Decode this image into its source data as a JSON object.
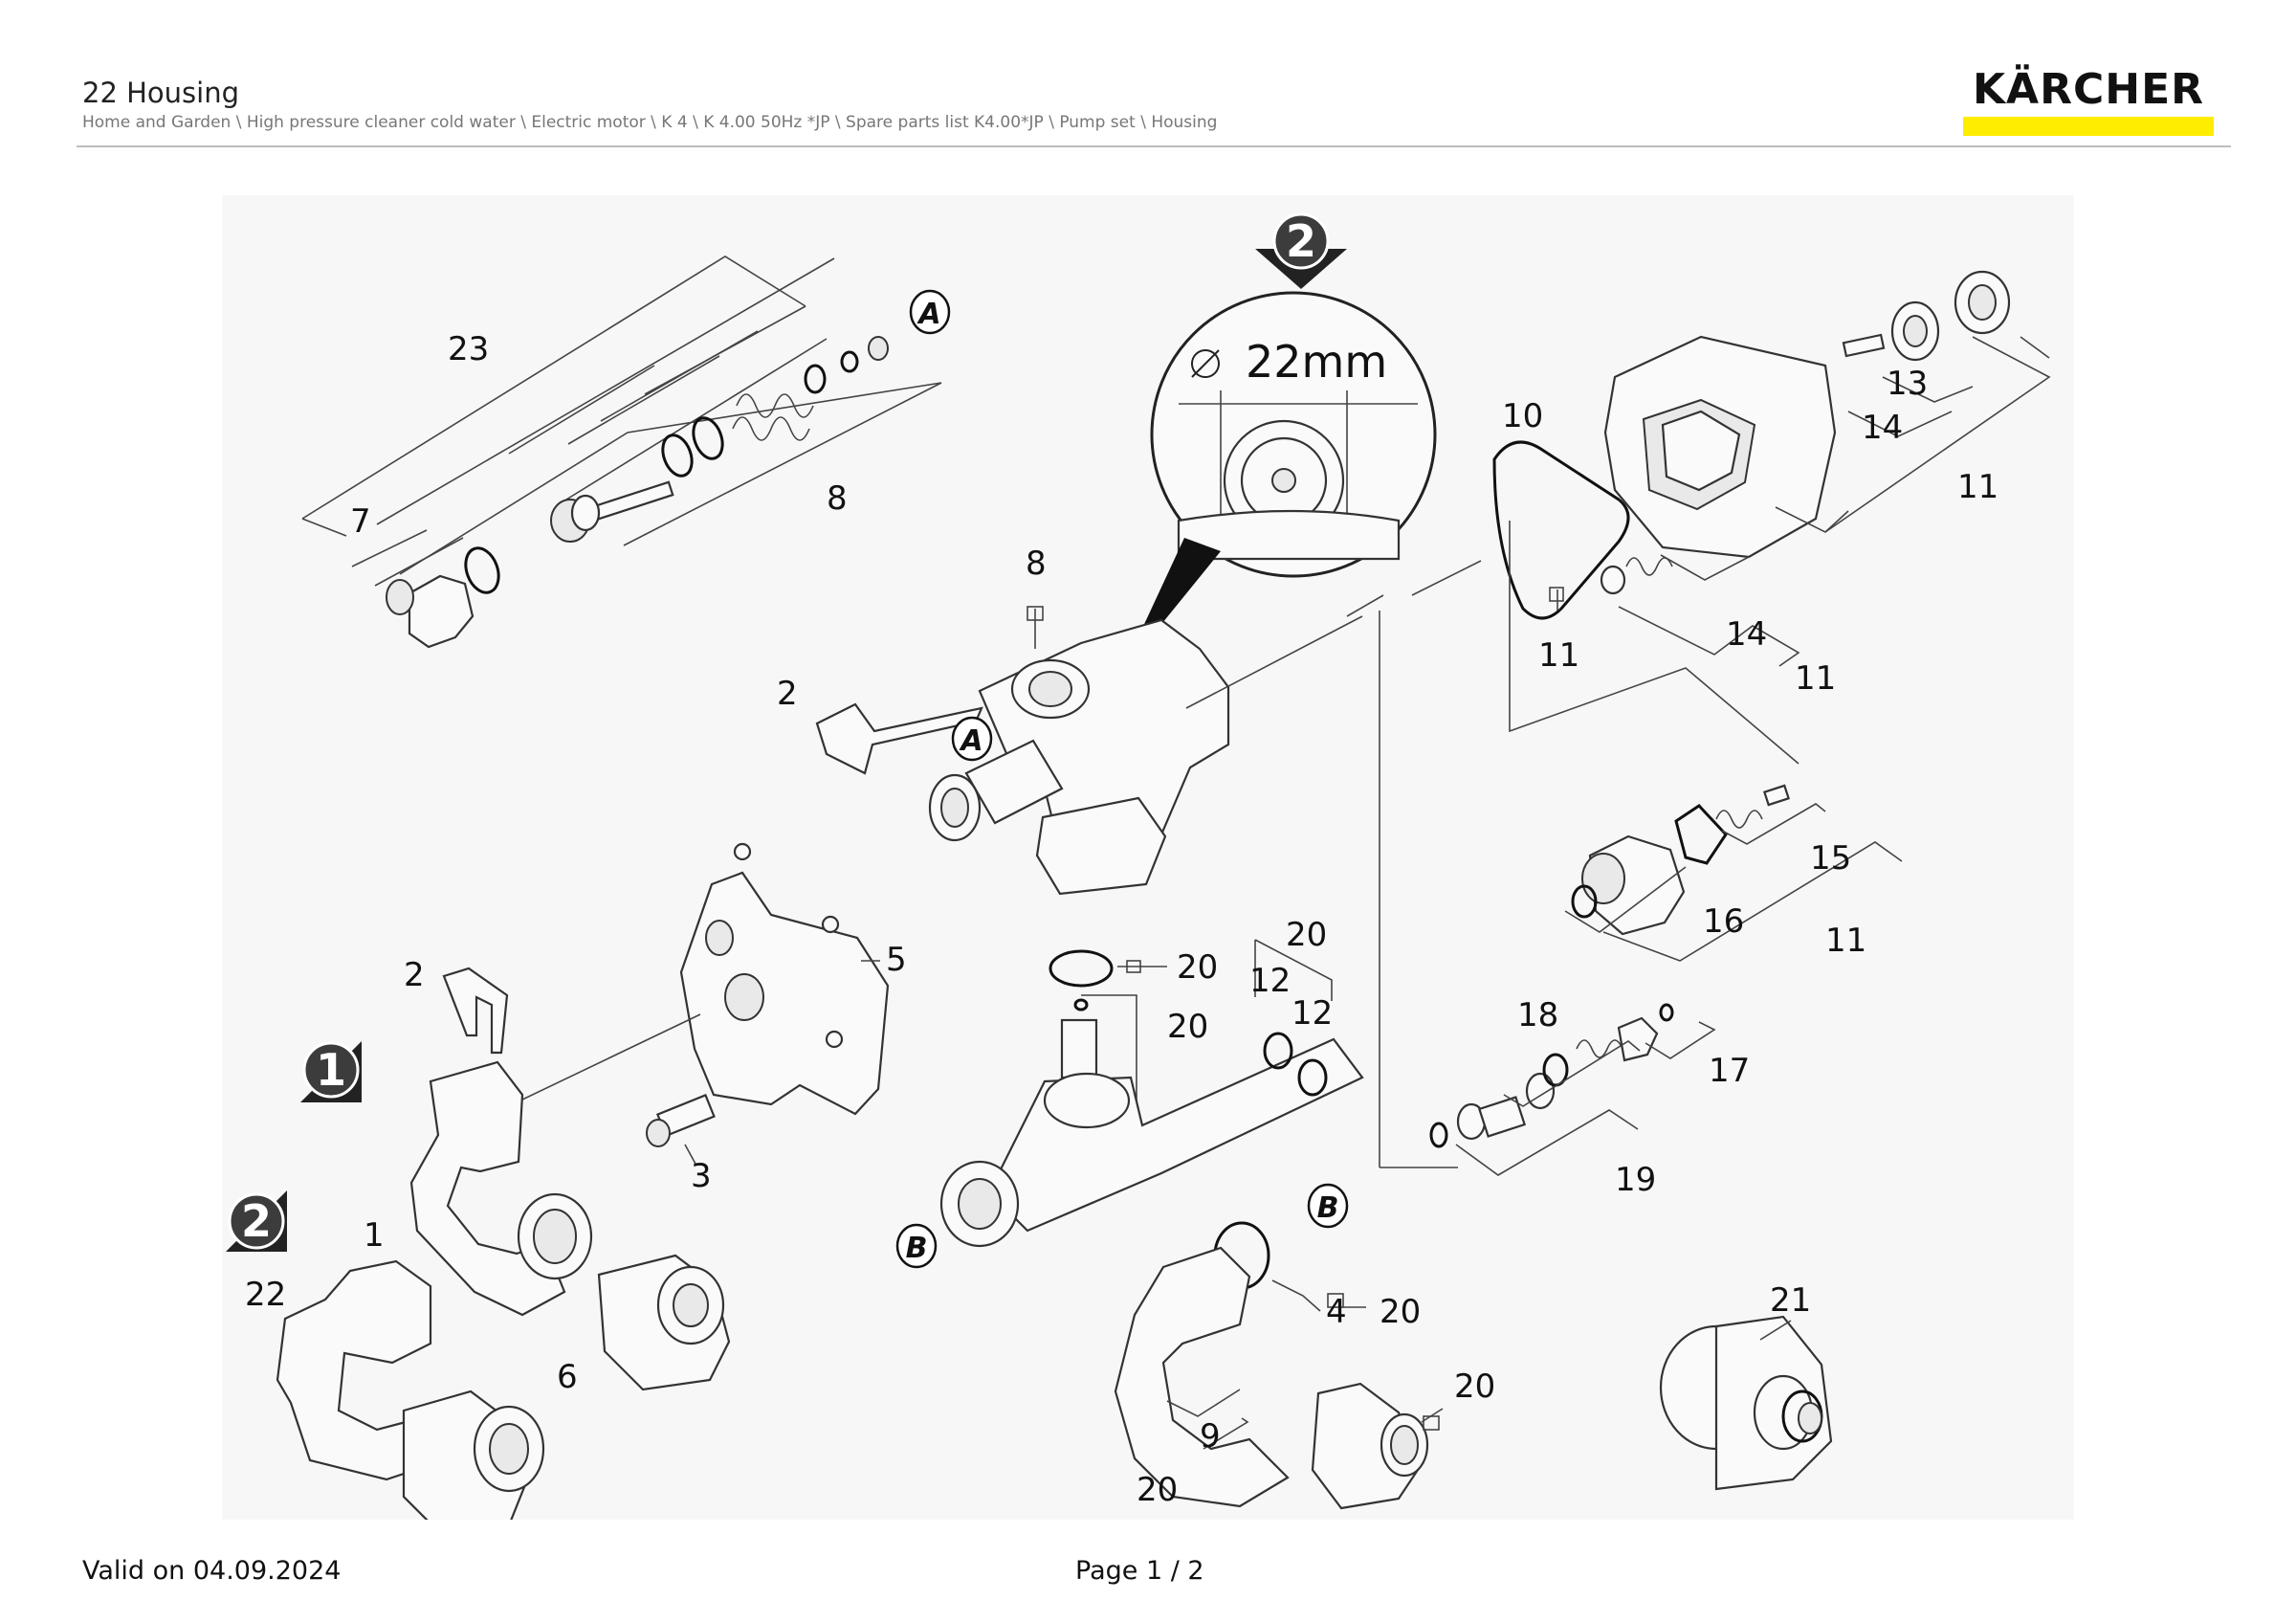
{
  "header": {
    "title": "22 Housing",
    "breadcrumb": "Home and Garden \\ High pressure cleaner cold water \\ Electric motor \\ K 4 \\ K 4.00 50Hz *JP \\ Spare parts list K4.00*JP \\ Pump set \\ Housing"
  },
  "brand": {
    "name": "KÄRCHER",
    "accent": "#ffed00"
  },
  "drawing": {
    "detail_badge": "2",
    "detail_dimension": "22mm",
    "variant_badges": [
      "1",
      "2"
    ],
    "letter_callouts": [
      "A",
      "A",
      "B",
      "B"
    ],
    "labels": [
      {
        "id": "l23",
        "text": "23"
      },
      {
        "id": "l7",
        "text": "7"
      },
      {
        "id": "l8a",
        "text": "8"
      },
      {
        "id": "l8b",
        "text": "8"
      },
      {
        "id": "l2a",
        "text": "2"
      },
      {
        "id": "l10",
        "text": "10"
      },
      {
        "id": "l11a",
        "text": "11"
      },
      {
        "id": "l13",
        "text": "13"
      },
      {
        "id": "l14a",
        "text": "14"
      },
      {
        "id": "l11b",
        "text": "11"
      },
      {
        "id": "l14b",
        "text": "14"
      },
      {
        "id": "l11c",
        "text": "11"
      },
      {
        "id": "l15",
        "text": "15"
      },
      {
        "id": "l16",
        "text": "16"
      },
      {
        "id": "l11d",
        "text": "11"
      },
      {
        "id": "l5",
        "text": "5"
      },
      {
        "id": "l2b",
        "text": "2"
      },
      {
        "id": "l20a",
        "text": "20"
      },
      {
        "id": "l20b",
        "text": "20"
      },
      {
        "id": "l20c",
        "text": "20"
      },
      {
        "id": "l12a",
        "text": "12"
      },
      {
        "id": "l12b",
        "text": "12"
      },
      {
        "id": "l18",
        "text": "18"
      },
      {
        "id": "l17",
        "text": "17"
      },
      {
        "id": "l19",
        "text": "19"
      },
      {
        "id": "l3",
        "text": "3"
      },
      {
        "id": "l1",
        "text": "1"
      },
      {
        "id": "l22",
        "text": "22"
      },
      {
        "id": "l6",
        "text": "6"
      },
      {
        "id": "l4",
        "text": "4"
      },
      {
        "id": "l20d",
        "text": "20"
      },
      {
        "id": "l20e",
        "text": "20"
      },
      {
        "id": "l9",
        "text": "9"
      },
      {
        "id": "l20f",
        "text": "20"
      },
      {
        "id": "l21",
        "text": "21"
      }
    ]
  },
  "footer": {
    "valid": "Valid on 04.09.2024",
    "page": "Page 1 / 2"
  }
}
